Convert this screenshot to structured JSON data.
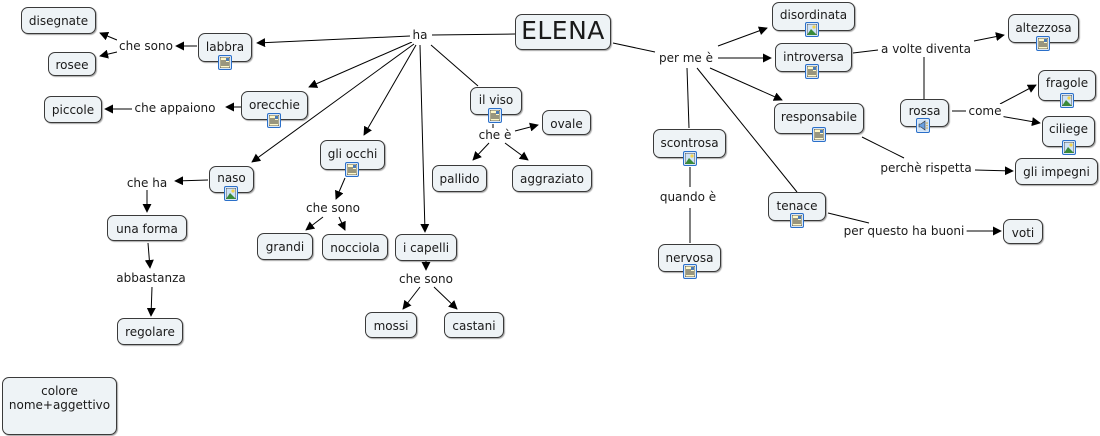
{
  "title": "ELENA",
  "nodes": {
    "elena": "ELENA",
    "labbra": "labbra",
    "disegnate": "disegnate",
    "rosee": "rosee",
    "orecchie": "orecchie",
    "piccole": "piccole",
    "naso": "naso",
    "una_forma": "una forma",
    "regolare": "regolare",
    "gli_occhi": "gli occhi",
    "grandi": "grandi",
    "nocciola": "nocciola",
    "i_capelli": "i capelli",
    "mossi": "mossi",
    "castani": "castani",
    "il_viso": "il viso",
    "ovale": "ovale",
    "pallido": "pallido",
    "aggraziato": "aggraziato",
    "disordinata": "disordinata",
    "introversa": "introversa",
    "altezzosa": "altezzosa",
    "responsabile": "responsabile",
    "rossa": "rossa",
    "fragole": "fragole",
    "ciliege": "ciliege",
    "gli_impegni": "gli impegni",
    "scontrosa": "scontrosa",
    "nervosa": "nervosa",
    "tenace": "tenace",
    "voti": "voti",
    "colore_line1": "colore",
    "colore_line2": "nome+aggettivo"
  },
  "links": {
    "ha": "ha",
    "per_me_e": "per me è",
    "che_sono_labbra": "che sono",
    "che_appaiono": "che appaiono",
    "che_ha": "che ha",
    "abbastanza": "abbastanza",
    "che_sono_occhi": "che sono",
    "che_sono_capelli": "che sono",
    "che_e": "che è",
    "a_volte_diventa": "a volte diventa",
    "come": "come",
    "perche_rispetta": "perchè rispetta",
    "quando_e": "quando è",
    "per_questo_ha_buoni": "per questo ha buoni"
  },
  "resource_icons": {
    "labbra": "document-icon",
    "orecchie": "document-icon",
    "naso": "image-icon",
    "gli_occhi": "document-icon",
    "il_viso": "document-icon",
    "disordinata": "image-icon",
    "introversa": "document-icon",
    "altezzosa": "document-icon",
    "responsabile": "document-icon",
    "rossa": "sound-icon",
    "fragole": "image-icon",
    "ciliege": "image-icon",
    "scontrosa": "image-icon",
    "nervosa": "document-icon",
    "tenace": "document-icon"
  },
  "colors": {
    "node_fill": "#eef3f6",
    "node_border": "#3a3a3a",
    "icon_border": "#2a6fc9",
    "line": "#000000"
  }
}
